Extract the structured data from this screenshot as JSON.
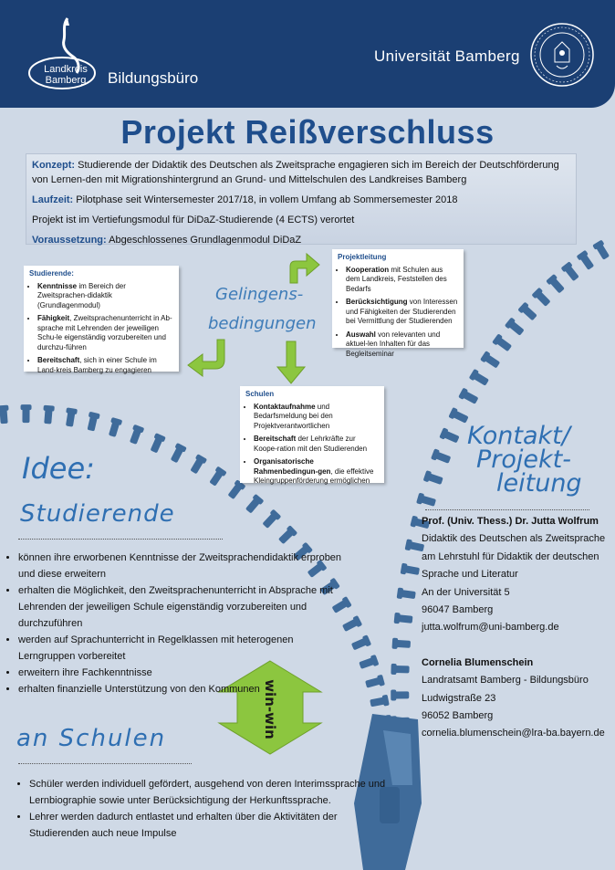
{
  "header": {
    "landkreis_line1": "Landkreis",
    "landkreis_line2": "Bamberg",
    "bildungsbuero": "Bildungsbüro",
    "university": "Universität Bamberg"
  },
  "title": "Projekt Reißverschluss",
  "concept": {
    "konzept_label": "Konzept:",
    "konzept_text": " Studierende der Didaktik des Deutschen als Zweitsprache engagieren sich im Bereich der Deutschförderung von Lernen-den mit Migrationshintergrund an Grund- und Mittelschulen des Landkreises Bamberg",
    "laufzeit_label": "Laufzeit:",
    "laufzeit_text": " Pilotphase seit Wintersemester 2017/18, in vollem Umfang ab Sommersemester 2018",
    "modul_text": "Projekt ist im Vertiefungsmodul für DiDaZ-Studierende (4 ECTS) verortet",
    "voraussetzung_label": "Voraussetzung:",
    "voraussetzung_text": " Abgeschlossenes Grundlagenmodul DiDaZ"
  },
  "gelingens": {
    "line1": "Gelingens-",
    "line2": "bedingungen"
  },
  "studierende_box": {
    "title": "Studierende:",
    "items": [
      {
        "bold": "Kenntnisse",
        "text": " im Bereich der Zweitsprachen-didaktik (Grundlagenmodul)"
      },
      {
        "bold": "Fähigkeit",
        "text": ", Zweitsprachenunterricht in Ab-sprache mit Lehrenden der jeweiligen Schu-le eigenständig vorzubereiten und durchzu-führen"
      },
      {
        "bold": "Bereitschaft",
        "text": ", sich in einer Schule im Land-kreis Bamberg zu engagieren"
      }
    ]
  },
  "projektleitung_box": {
    "title": "Projektleitung",
    "items": [
      {
        "bold": "Kooperation",
        "text": " mit Schulen aus dem Landkreis, Feststellen des Bedarfs"
      },
      {
        "bold": "Berücksichtigung",
        "text": " von Interessen und Fähigkeiten der Studierenden bei Vermittlung der Studierenden"
      },
      {
        "bold": "Auswahl",
        "text": " von relevanten und aktuel-len Inhalten für das Begleitseminar"
      }
    ]
  },
  "schulen_box": {
    "title": "Schulen",
    "items": [
      {
        "bold": "Kontaktaufnahme",
        "text": " und Bedarfsmeldung bei den Projektverantwortlichen"
      },
      {
        "bold": "Bereitschaft",
        "text": " der Lehrkräfte zur Koope-ration mit den Studierenden"
      },
      {
        "bold": "Organisatorische Rahmenbedingun-gen",
        "text": ", die effektive Kleingruppenförderung ermöglichen"
      }
    ]
  },
  "idee": {
    "heading": "Idee:",
    "studierende_heading": "Studierende",
    "studierende_items": [
      "können ihre erworbenen Kenntnisse der Zweitsprachendidaktik erproben und diese erweitern",
      "erhalten die Möglichkeit, den Zweitsprachenunterricht in Absprache mit Lehrenden der jeweiligen Schule eigenständig vorzubereiten und durchzuführen",
      "werden auf Sprachunterricht in Regelklassen mit heterogenen Lerngruppen vorbereitet",
      "erweitern ihre Fachkenntnisse",
      "erhalten finanzielle Unterstützung von den Kommunen"
    ],
    "schulen_heading": "an Schulen",
    "schulen_items": [
      "Schüler werden individuell gefördert, ausgehend von deren Interimssprache und Lernbiographie sowie unter Berücksichtigung der Herkunftssprache.",
      "Lehrer werden dadurch entlastet und erhalten über die Aktivitäten der Studierenden auch neue Impulse"
    ],
    "winwin": "win-win"
  },
  "kontakt": {
    "line1": "Kontakt/",
    "line2": "Projekt-",
    "line3": "leitung",
    "person1": {
      "name": "Prof. (Univ. Thess.) Dr. Jutta Wolfrum",
      "lines": [
        "Didaktik des Deutschen als Zweitsprache",
        "am Lehrstuhl für Didaktik der deutschen",
        "Sprache und Literatur",
        "An der Universität 5",
        "96047 Bamberg",
        "jutta.wolfrum@uni-bamberg.de"
      ]
    },
    "person2": {
      "name": "Cornelia Blumenschein",
      "lines": [
        "Landratsamt Bamberg - Bildungsbüro",
        "Ludwigstraße 23",
        "96052 Bamberg",
        "cornelia.blumenschein@lra-ba.bayern.de"
      ]
    }
  },
  "colors": {
    "header_blue": "#1b3f73",
    "title_blue": "#1f4e8c",
    "zipper_blue": "#3f6b9a",
    "arrow_green": "#8cc63f",
    "background": "#cfd9e6"
  }
}
